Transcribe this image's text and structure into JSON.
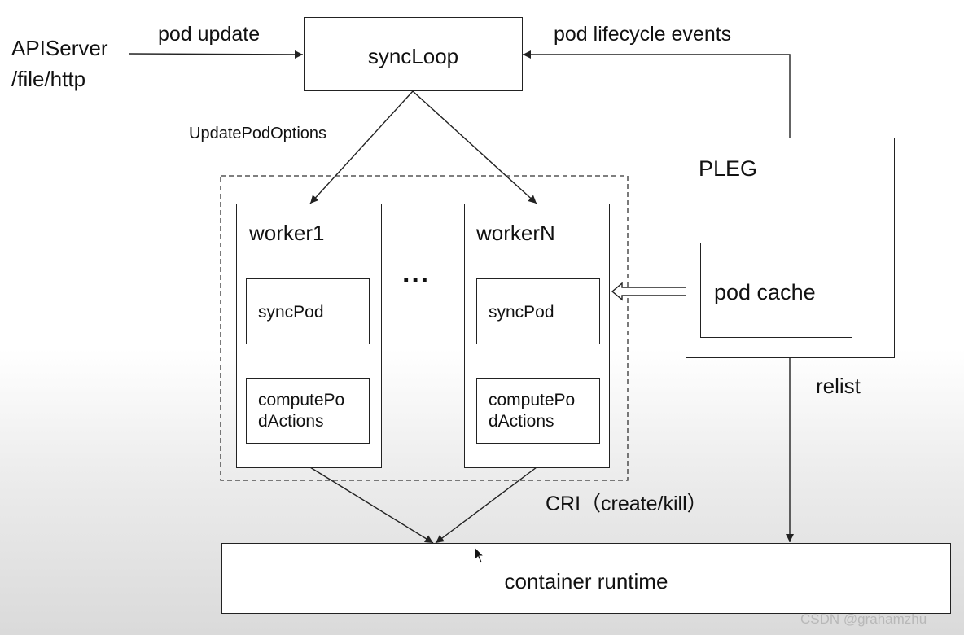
{
  "source_labels": {
    "line1": "APIServer",
    "line2": "/file/http"
  },
  "edges": {
    "pod_update": "pod update",
    "pod_lifecycle_events": "pod lifecycle events",
    "update_pod_options": "UpdatePodOptions",
    "relist": "relist",
    "cri": "CRI（create/kill）"
  },
  "nodes": {
    "sync_loop": "syncLoop",
    "pleg": "PLEG",
    "pod_cache": "pod cache",
    "container_runtime": "container runtime",
    "ellipsis": "···"
  },
  "workers": [
    {
      "title": "worker1",
      "sync_pod": "syncPod",
      "compute": "computePodActions"
    },
    {
      "title": "workerN",
      "sync_pod": "syncPod",
      "compute": "computePodActions"
    }
  ],
  "watermark": "CSDN @grahamzhu"
}
